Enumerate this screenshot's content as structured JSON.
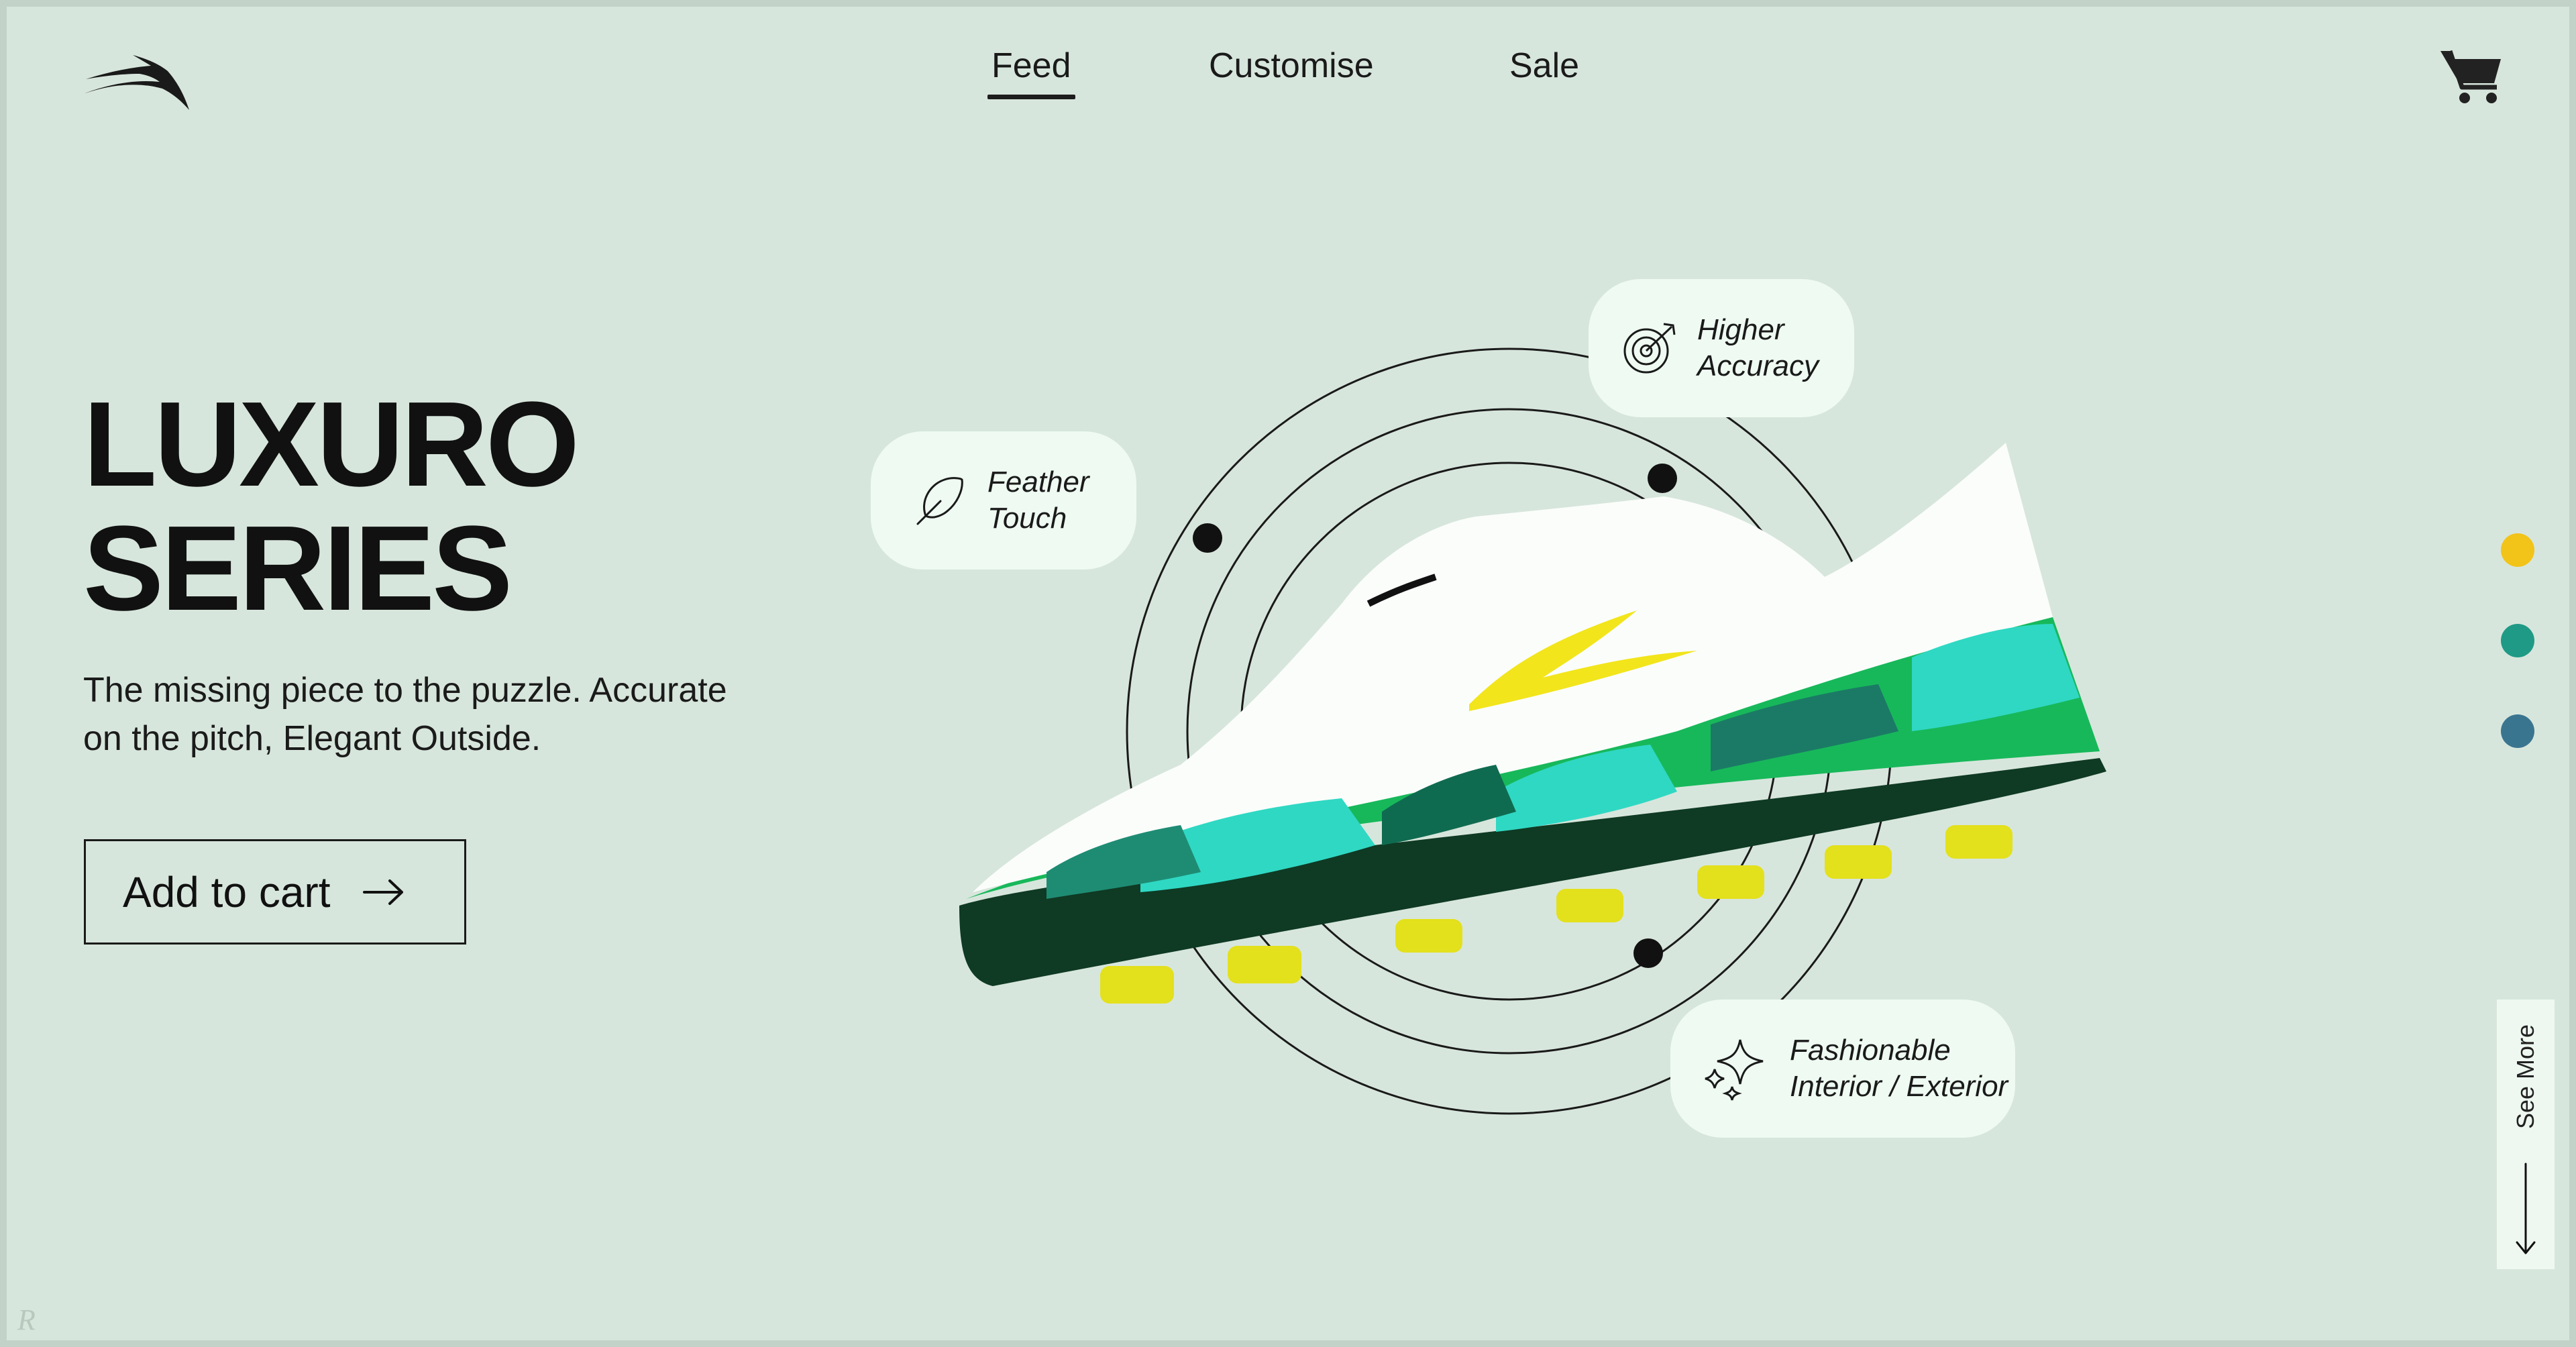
{
  "nav": {
    "items": [
      {
        "label": "Feed",
        "active": true
      },
      {
        "label": "Customise",
        "active": false
      },
      {
        "label": "Sale",
        "active": false
      }
    ]
  },
  "hero": {
    "title_line1": "LUXURO",
    "title_line2": "SERIES",
    "subtitle": "The missing piece to the puzzle. Accurate on the pitch, Elegant Outside.",
    "cta_label": "Add to cart"
  },
  "features": [
    {
      "line1": "Feather",
      "line2": "Touch",
      "icon": "feather-icon"
    },
    {
      "line1": "Higher",
      "line2": "Accuracy",
      "icon": "target-icon"
    },
    {
      "line1": "Fashionable",
      "line2": "Interior / Exterior",
      "icon": "sparkle-icon"
    }
  ],
  "color_options": [
    {
      "color": "#f2c318"
    },
    {
      "color": "#1f9a86"
    },
    {
      "color": "#3a7590"
    }
  ],
  "see_more_label": "See More",
  "colors": {
    "background": "#d7e6dc",
    "card": "#eefaf2",
    "text": "#111111",
    "accent_yellow": "#f2e51b",
    "accent_green": "#19c05a",
    "accent_teal": "#2fd8c3"
  }
}
